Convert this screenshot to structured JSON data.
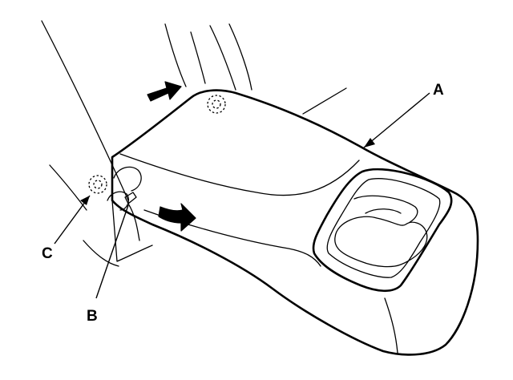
{
  "labels": {
    "a": "A",
    "b": "B",
    "c": "C"
  },
  "colors": {
    "ink": "#000000",
    "paper": "#ffffff"
  },
  "icons": {
    "push_arrow": "push-direction-arrow-icon",
    "lift_arrow": "lift-direction-arrow-icon"
  }
}
